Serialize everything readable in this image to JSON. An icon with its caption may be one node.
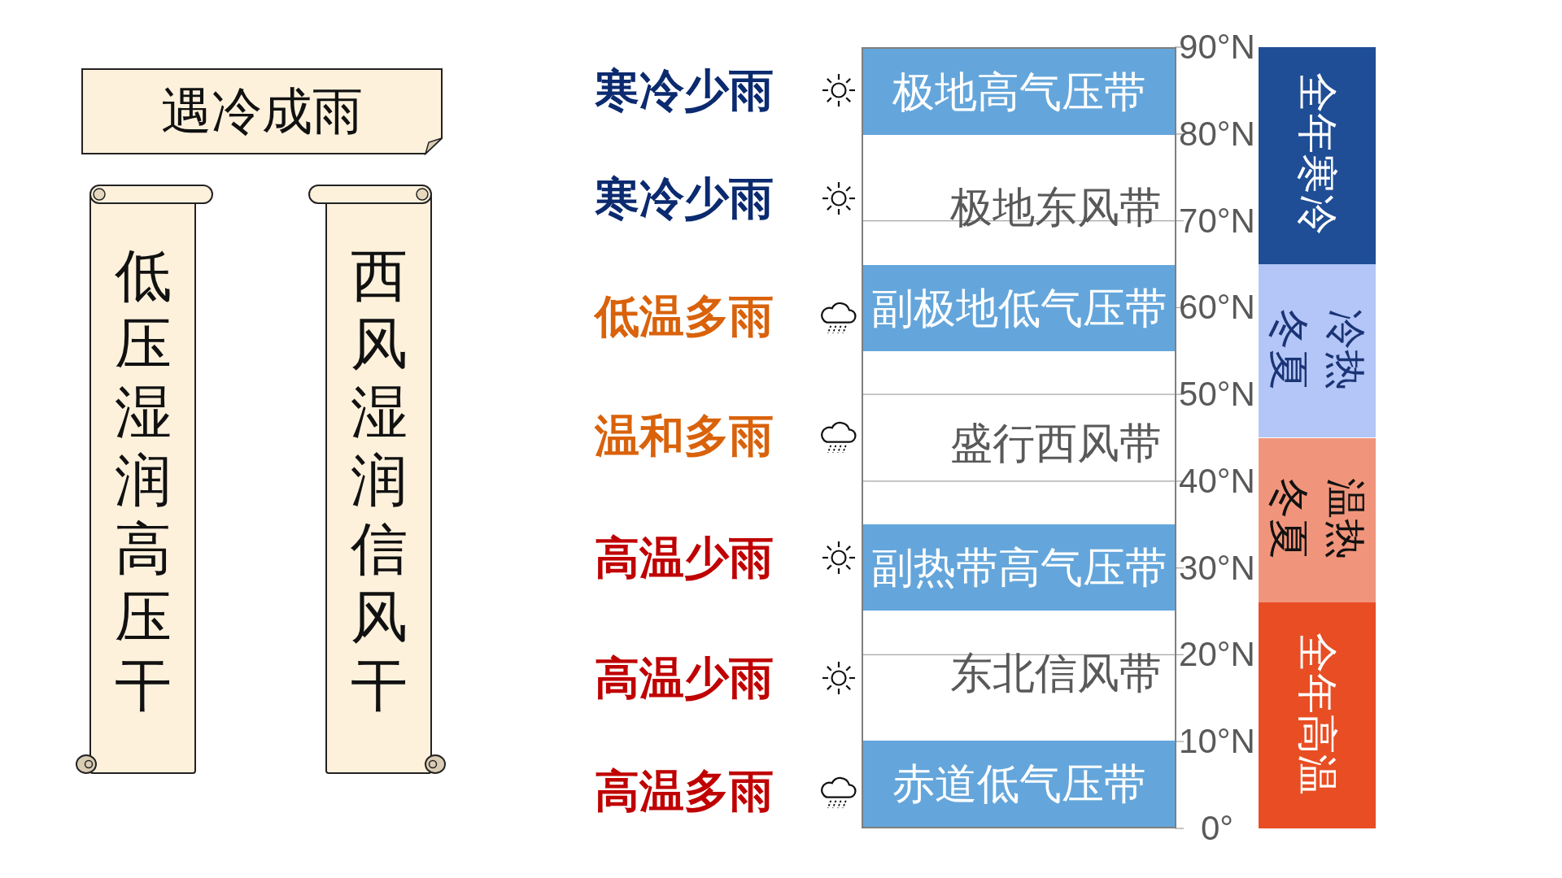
{
  "diagram": {
    "nodes": [
      {
        "text": [
          "遇冷成雨"
        ]
      },
      {
        "text": [
          "低压湿润高压干"
        ]
      },
      {
        "text": [
          "西风湿润信风干"
        ]
      },
      {
        "text": [],
        "shape": "box"
      },
      {
        "text": [
          "极地高气压带"
        ],
        "in": 3
      },
      {
        "text": [
          "极地东风带"
        ],
        "in": 3
      },
      {
        "text": [
          "副极地低气压带"
        ],
        "in": 3
      },
      {
        "text": [
          "盛行西风带"
        ],
        "in": 3
      },
      {
        "text": [
          "副热带高气压带"
        ],
        "in": 3
      },
      {
        "text": [
          "东北信风带"
        ],
        "in": 3
      },
      {
        "text": [
          "赤道低气压带"
        ],
        "in": 3
      },
      {
        "text": [
          "全年寒冷"
        ]
      },
      {
        "text": [
          "冷热冬夏"
        ]
      },
      {
        "text": [
          "温热冬夏"
        ]
      },
      {
        "text": [
          "全年高温"
        ]
      }
    ],
    "labels": [
      "寒冷少雨",
      "寒冷少雨",
      "低温多雨",
      "温和多雨",
      "高温少雨",
      "高温少雨",
      "高温多雨",
      "90°N",
      "80°N",
      "70°N",
      "60°N",
      "50°N",
      "40°N",
      "30°N",
      "20°N",
      "10°N",
      "0°"
    ]
  }
}
